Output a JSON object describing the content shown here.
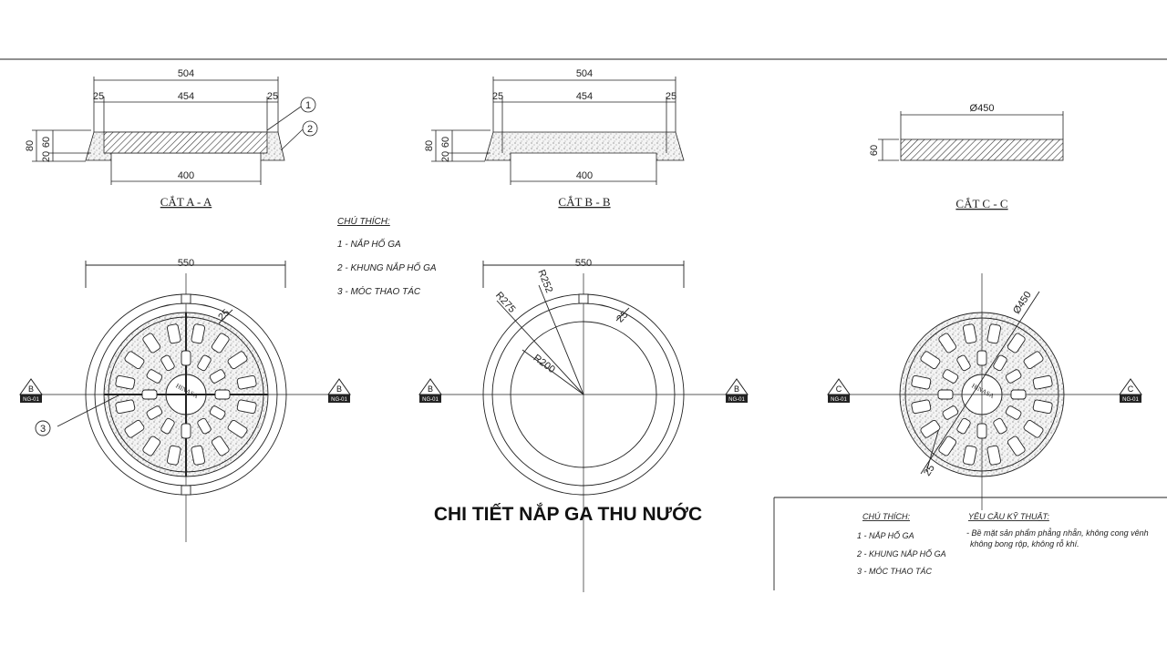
{
  "title": "CHI TIẾT NẮP GA THU NƯỚC",
  "section_a": {
    "label": "CẮT A - A",
    "dim_top": "504",
    "dim_left": "25",
    "dim_mid": "454",
    "dim_right": "25",
    "dim_bottom": "400",
    "dim_h_total": "80",
    "dim_h_a": "20",
    "dim_h_b": "60",
    "callout_1": "1",
    "callout_2": "2"
  },
  "section_b": {
    "label": "CẮT B - B",
    "dim_top": "504",
    "dim_left": "25",
    "dim_mid": "454",
    "dim_right": "25",
    "dim_bottom": "400",
    "dim_h_total": "80",
    "dim_h_a": "20",
    "dim_h_b": "60"
  },
  "section_c": {
    "label": "CẮT C - C",
    "dim_diam": "Ø450",
    "dim_h": "60"
  },
  "legend_mid": {
    "heading": "CHÚ THÍCH:",
    "items": [
      "1 - NẮP HỐ GA",
      "2 - KHUNG NẮP HỐ GA",
      "3 - MÓC THAO TÁC"
    ]
  },
  "plan_a": {
    "dim_width": "550",
    "dim_small": "25",
    "callout_3": "3",
    "logo_text": "HINASA",
    "mark_left": "B",
    "mark_right": "B",
    "mark_sheet": "NG-01"
  },
  "plan_b": {
    "dim_width": "550",
    "r275": "R275",
    "r252": "R252",
    "r200": "R200",
    "dim_small": "25",
    "mark_left": "B",
    "mark_right": "B",
    "mark_sheet": "NG-01"
  },
  "plan_c": {
    "dim_diam": "Ø450",
    "dim_small": "25",
    "logo_text": "HINASA",
    "mark_left": "C",
    "mark_right": "C",
    "mark_sheet": "NG-01"
  },
  "legend_box": {
    "heading": "CHÚ THÍCH:",
    "items": [
      "1 - NẮP HỐ GA",
      "2 - KHUNG NẮP HỐ GA",
      "3 - MÓC THAO TÁC"
    ],
    "req_heading": "YÊU CẦU KỸ THUẬT:",
    "req_line1": "- Bề mặt sản phẩm phẳng nhẵn, không cong vênh",
    "req_line2": "không bong rộp, không rỗ khí."
  }
}
